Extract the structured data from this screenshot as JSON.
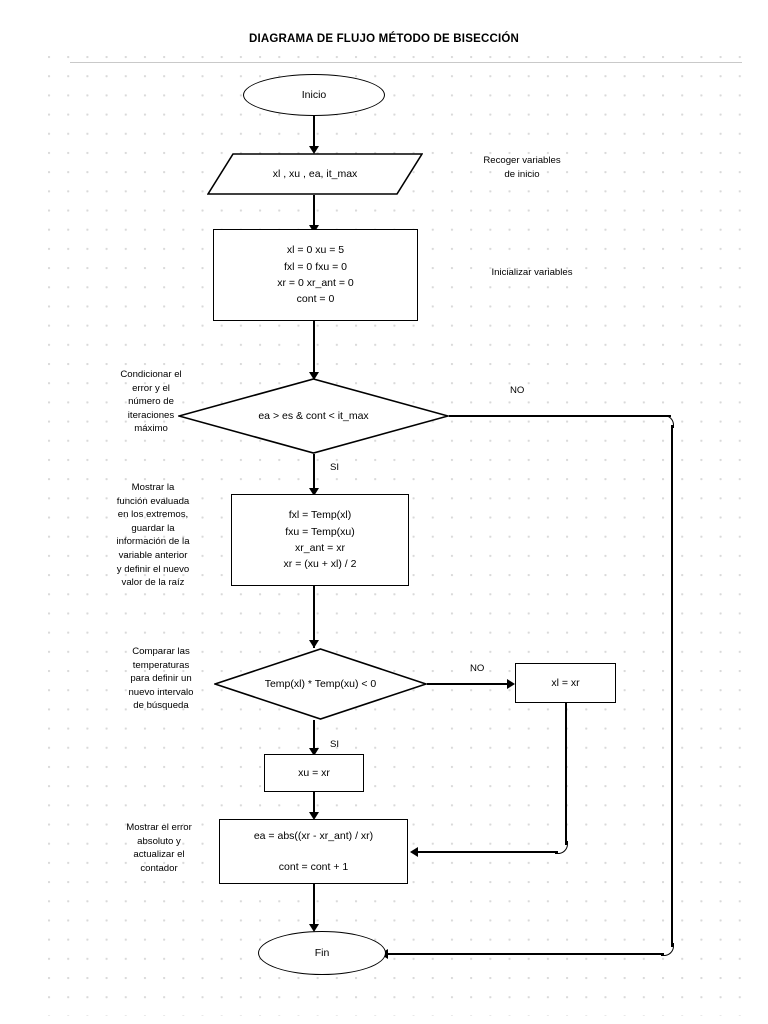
{
  "document": {
    "title": "DIAGRAMA DE FLUJO MÉTODO DE BISECCIÓN"
  },
  "nodes": {
    "start": {
      "label": "Inicio",
      "shape": "terminal"
    },
    "input": {
      "label": "xl , xu , ea, it_max",
      "shape": "parallelogram"
    },
    "init": {
      "shape": "process",
      "lines": [
        "xl = 0    xu = 5",
        "fxl = 0    fxu = 0",
        "xr = 0      xr_ant = 0",
        "cont = 0"
      ]
    },
    "condition_loop": {
      "label": "ea > es  &   cont < it_max",
      "shape": "decision"
    },
    "evaluate": {
      "shape": "process",
      "lines": [
        "fxl = Temp(xl)",
        "fxu = Temp(xu)",
        "xr_ant = xr",
        "xr = (xu + xl) / 2"
      ]
    },
    "compare": {
      "label": "Temp(xl) * Temp(xu) < 0",
      "shape": "decision"
    },
    "assign_xl": {
      "label": "xl = xr",
      "shape": "process"
    },
    "assign_xu": {
      "label": "xu = xr",
      "shape": "process"
    },
    "error_update": {
      "shape": "process",
      "lines": [
        "ea = abs((xr - xr_ant) / xr)",
        "cont = cont + 1"
      ]
    },
    "end": {
      "label": "Fin",
      "shape": "terminal"
    }
  },
  "notes": {
    "gather": "Recoger variables\nde inicio",
    "initialize": "Inicializar variables",
    "condition": "Condicionar el\nerror y el\nnúmero de\niteraciones\nmáximo",
    "evaluate": "Mostrar la\nfunción evaluada\nen los extremos,\nguardar la\ninformación de la\nvariable anterior\ny definir el nuevo\nvalor de la raíz",
    "compare": "Comparar las\ntemperaturas\npara definir un\nnuevo intervalo\nde búsqueda",
    "error": "Mostrar el error\nabsoluto y\nactualizar el\ncontador"
  },
  "edge_labels": {
    "loop_no": "NO",
    "loop_yes": "SI",
    "compare_no": "NO",
    "compare_yes": "SI"
  },
  "colors": {
    "stroke": "#000000",
    "background": "#ffffff",
    "grid_dot": "#d9d9d9"
  }
}
